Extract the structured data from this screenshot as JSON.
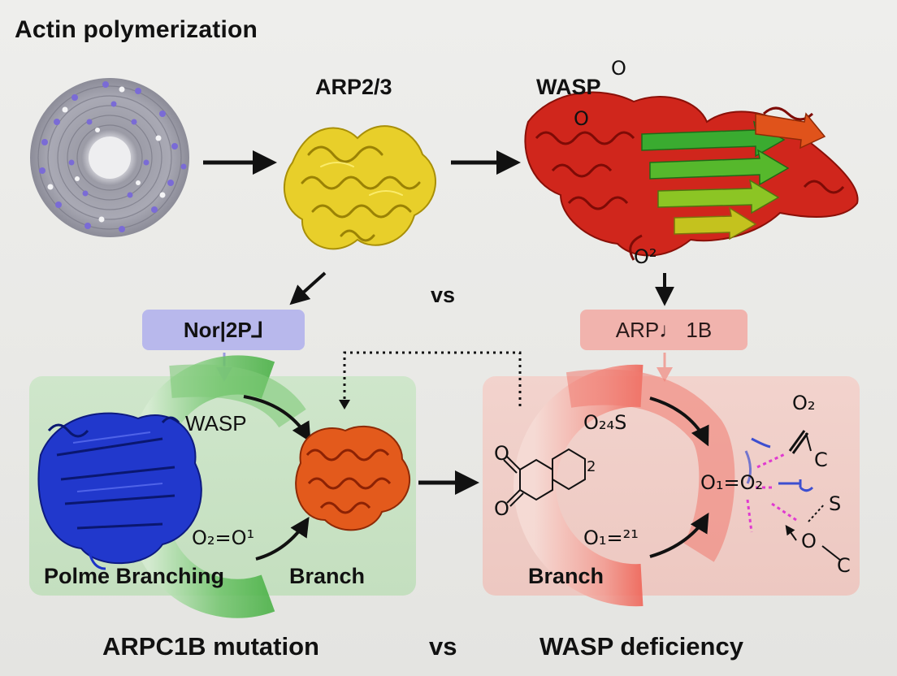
{
  "title": "Actin polymerization",
  "labels": {
    "arp23": "ARP2/3",
    "wasp_top": "WASP",
    "vs_middle": "vs",
    "tag_left": "Nor|2P⅃",
    "tag_right": "ARP♩ 1B",
    "wasp_inner": "WASP",
    "o2_left": "O₂=O¹",
    "polme_branching": "Polme Branching",
    "branch_left": "Branch",
    "o24s": "O₂₄S",
    "o_equals_o": "O₁=O₂",
    "o1_right": "O₁=²¹",
    "branch_right": "Branch",
    "o2_top_right": "O₂",
    "c_top": "C",
    "s_right": "S",
    "o_right": "O",
    "c_bottom": "C",
    "ring_o_top": "O",
    "ring_o_bottom": "O",
    "ring_sub": "2",
    "wasp_o_top": "O",
    "wasp_o_mid": "O",
    "wasp_o_bottom": "O²"
  },
  "footer": {
    "left": "ARPC1B mutation",
    "vs": "vs",
    "right": "WASP deficiency"
  },
  "colors": {
    "actin_ring": "#8b8b96",
    "actin_beads": "#7a6bd6",
    "arp_yellow": "#e3cb1c",
    "wasp_red": "#d8251c",
    "wasp_green": "#39a82f",
    "blue_protein": "#1d33c8",
    "orange_protein": "#e0551a",
    "panel_green": "#c8e2c4",
    "panel_pink": "#efccc6",
    "tag_purple": "#b8b8ec",
    "tag_pink": "#f1b3ad"
  }
}
